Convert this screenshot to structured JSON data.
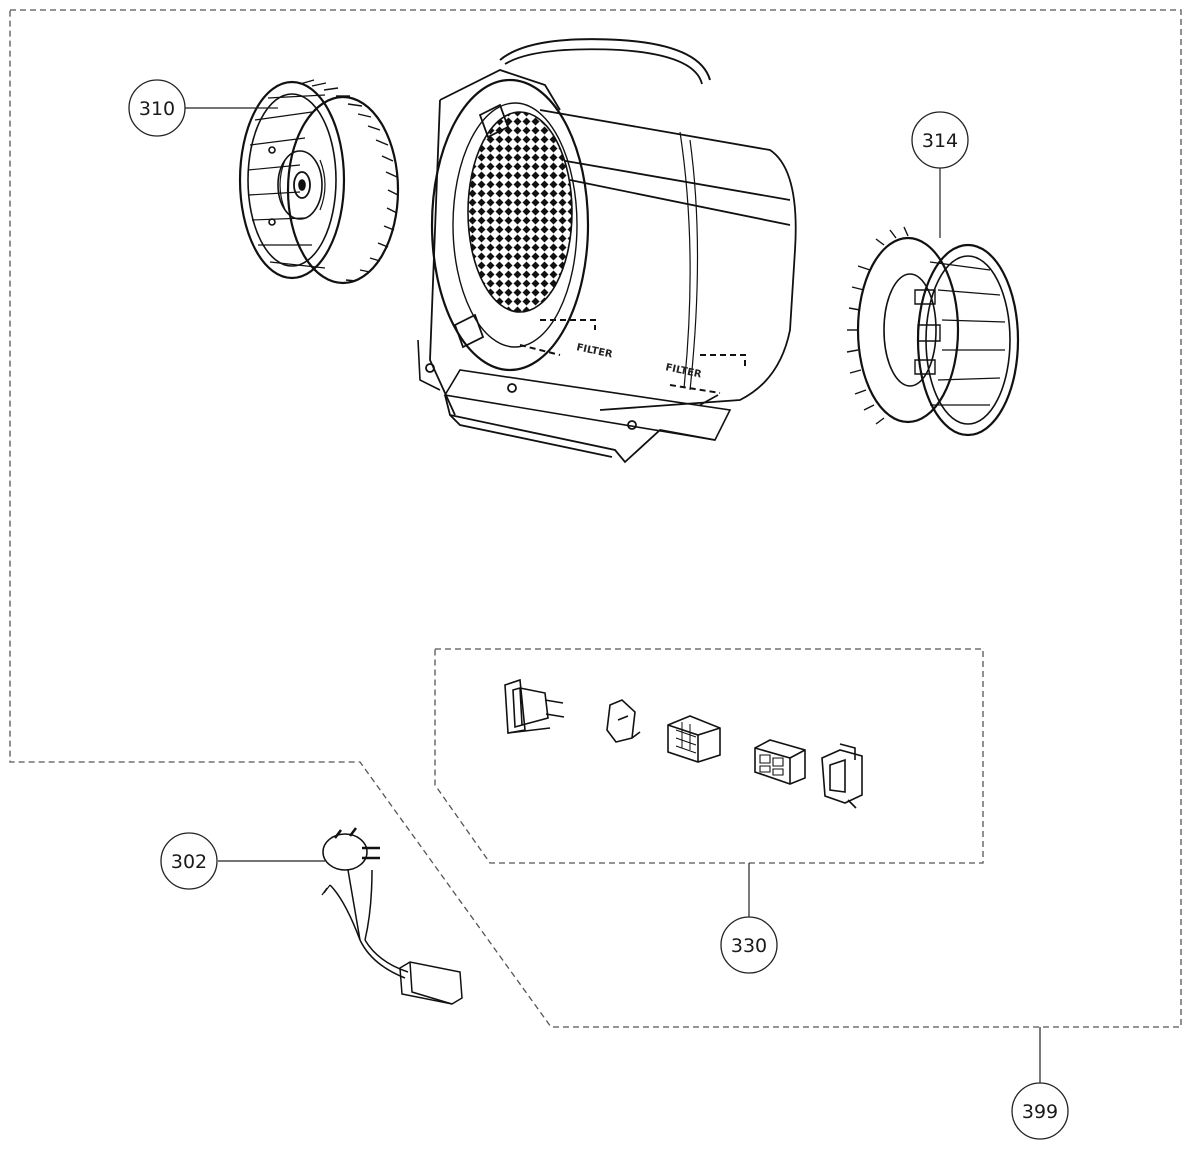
{
  "diagram": {
    "callouts": {
      "c310": "310",
      "c314": "314",
      "c302": "302",
      "c330": "330",
      "c399": "399"
    },
    "housing_labels": {
      "filter_left": "FILTER",
      "filter_right": "FILTER"
    }
  }
}
